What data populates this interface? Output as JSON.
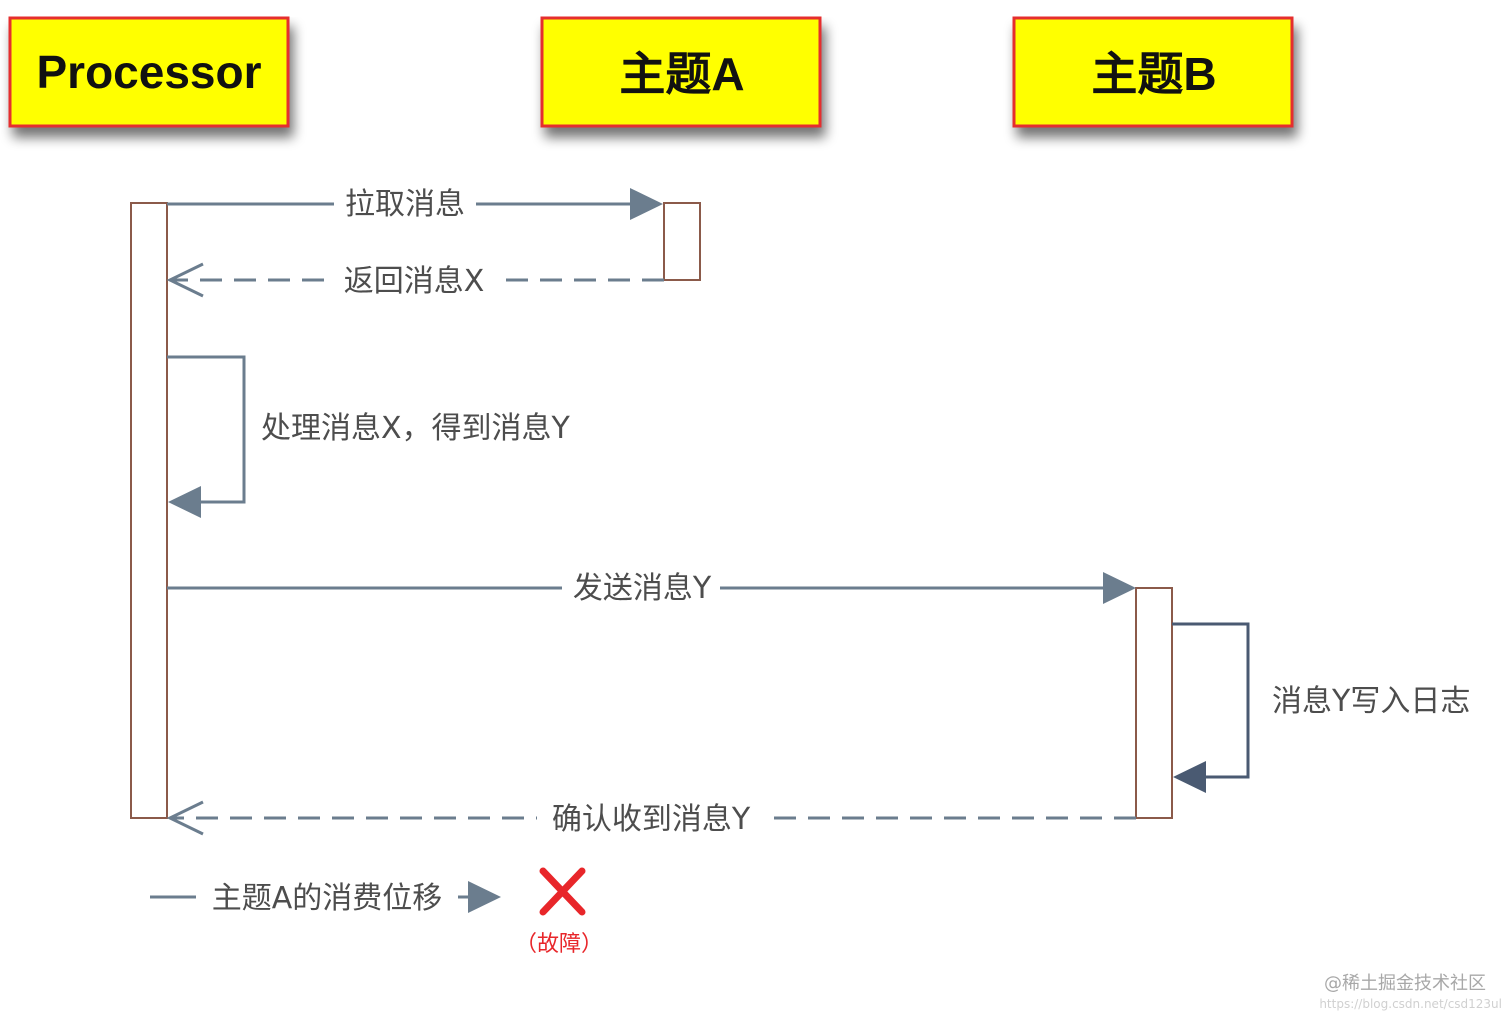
{
  "participants": {
    "processor": "Processor",
    "topic_a": "主题A",
    "topic_b": "主题B"
  },
  "messages": {
    "pull": "拉取消息",
    "return_x": "返回消息X",
    "process": "处理消息X，得到消息Y",
    "send_y": "发送消息Y",
    "write_log": "消息Y写入日志",
    "ack": "确认收到消息Y",
    "offset": "主题A的消费位移"
  },
  "fault": {
    "icon": "red-cross-icon",
    "label": "（故障）"
  },
  "watermark": {
    "text": "@稀土掘金技术社区",
    "url": "https://blog.csdn.net/csd123ul"
  },
  "colors": {
    "participant_fill": "#ffff00",
    "participant_border": "#e52e2e",
    "lifeline": "#e8262a",
    "arrow": "#6b7d8e",
    "activation_border": "#8b5a4a",
    "fault": "#e8262a"
  }
}
